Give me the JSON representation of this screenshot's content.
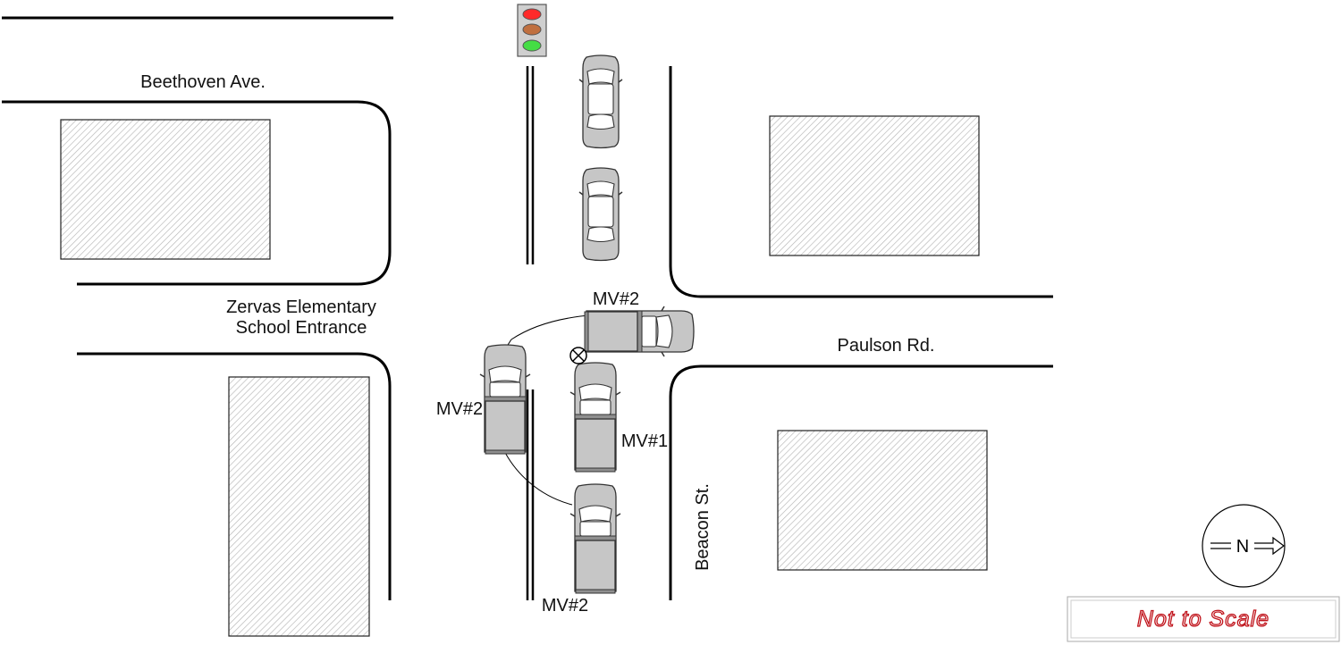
{
  "labels": {
    "beethoven": "Beethoven Ave.",
    "school_line1": "Zervas Elementary",
    "school_line2": "School Entrance",
    "paulson": "Paulson Rd.",
    "beacon": "Beacon St.",
    "mv2_top": "MV#2",
    "mv2_left": "MV#2",
    "mv1": "MV#1",
    "mv2_bottom": "MV#2"
  },
  "compass": {
    "letter": "N"
  },
  "scale_banner": {
    "text": "Not to Scale"
  },
  "traffic_light": {
    "colors": [
      "#ff2a2a",
      "#c07040",
      "#44dd44"
    ]
  },
  "colors": {
    "vehicle": "#c6c6c6",
    "building_hatch": "#b5b5b5",
    "banner_text": "#c0141c"
  }
}
